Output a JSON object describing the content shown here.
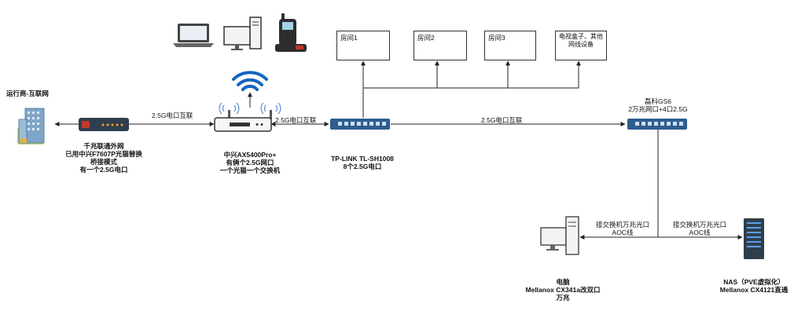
{
  "nodes": {
    "internet": {
      "label": "运行商-互联网"
    },
    "modem": {
      "lines": [
        "千兆联通外网",
        "已用中兴F7607P光猫替换",
        "桥接模式",
        "有一个2.5G电口"
      ]
    },
    "router": {
      "lines": [
        "中兴AX5400Pro+",
        "有俩个2.5G网口",
        "一个光猫一个交换机"
      ]
    },
    "switch1": {
      "lines": [
        "TP-LINK TL-SH1008",
        "8个2.5G电口"
      ]
    },
    "switch2": {
      "lines": [
        "磊科GS6",
        "2万兆网口+4口2.5G"
      ]
    },
    "pc": {
      "lines": [
        "电脑",
        "Mellanox CX341a改双口",
        "万兆"
      ]
    },
    "nas": {
      "lines": [
        "NAS（PVE虚拟化）",
        "Mellanox CX4121直通"
      ]
    }
  },
  "rooms": [
    "房间1",
    "房间2",
    "房间3",
    "电视盒子、其他网线设备"
  ],
  "links": {
    "modem_router": "2.5G电口互联",
    "router_switch1": "2.5G电口互联",
    "switch1_switch2": "2.5G电口互联",
    "switch2_pc": [
      "接交换机万兆光口",
      "AOC线"
    ],
    "switch2_nas": [
      "接交换机万兆光口",
      "AOC线"
    ]
  },
  "icons": [
    "building-icon",
    "modem-icon",
    "router-icon",
    "wifi-icon",
    "laptop-icon",
    "desktop-icon",
    "phone-icon",
    "switch-icon",
    "computer-icon",
    "server-icon"
  ],
  "colors": {
    "device_dark": "#2f3e4e",
    "switch_blue": "#2e5d8e",
    "wifi_blue": "#1565c0",
    "line": "#222222"
  }
}
